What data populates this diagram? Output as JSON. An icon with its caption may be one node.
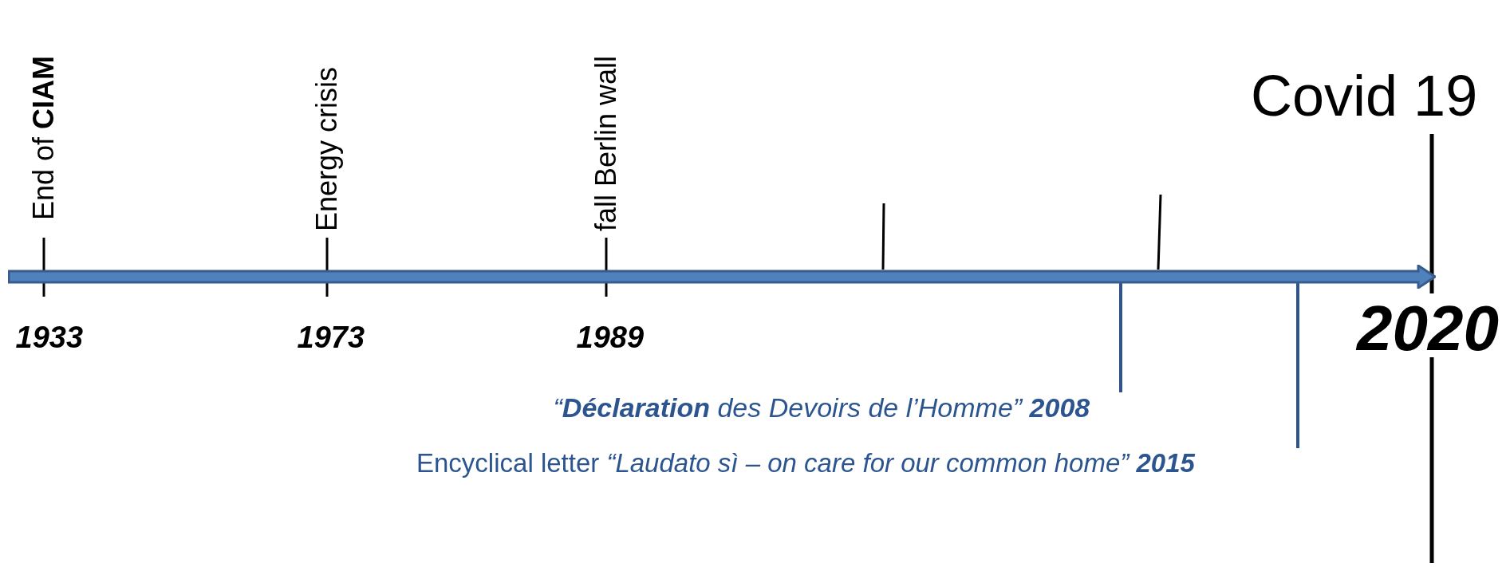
{
  "diagram": {
    "nodes": [
      {
        "text": [],
        "shape": "bar"
      },
      {
        "text": [
          "“**Déclaration** des Devoirs de l’Homme” **2008**"
        ]
      },
      {
        "text": [
          "Encyclical letter *“Laudato sì – on care for our common home”* **2015**"
        ]
      }
    ],
    "edges": [
      {
        "from": 1,
        "to": 0,
        "arrow": "none"
      },
      {
        "from": 2,
        "to": 0,
        "arrow": "none"
      }
    ],
    "labels": [
      "End of **CIAM**",
      "Energy crisis",
      "fall Berlin wall",
      "Covid 19",
      "1933",
      "1973",
      "1989",
      "2020"
    ]
  }
}
